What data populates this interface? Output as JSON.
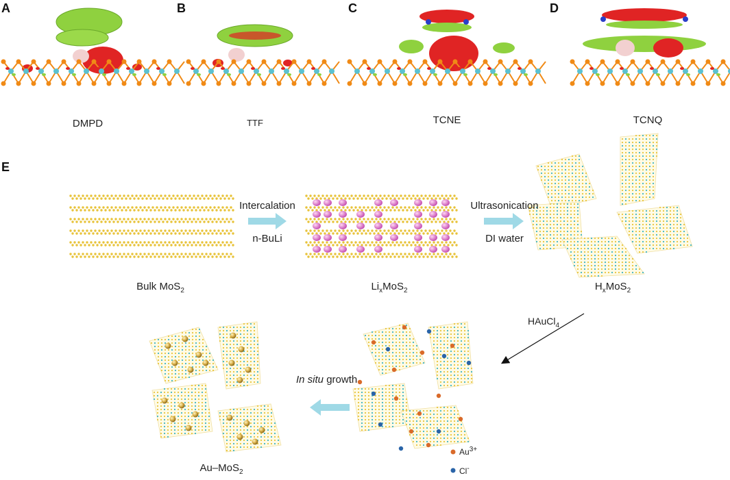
{
  "panels": {
    "A": {
      "letter": "A",
      "molecule": "DMPD"
    },
    "B": {
      "letter": "B",
      "molecule": "TTF"
    },
    "C": {
      "letter": "C",
      "molecule": "TCNE"
    },
    "D": {
      "letter": "D",
      "molecule": "TCNQ"
    },
    "E": {
      "letter": "E"
    }
  },
  "process": {
    "bulk": {
      "prefix": "Bulk MoS",
      "sub": "2"
    },
    "lix": {
      "prefix": "Li",
      "sub1": "x",
      "mid": "MoS",
      "sub2": "2"
    },
    "hx": {
      "prefix": "H",
      "sub1": "x",
      "mid": "MoS",
      "sub2": "2"
    },
    "step1": {
      "top": "Intercalation",
      "bottom": "n-BuLi"
    },
    "step2": {
      "top": "Ultrasonication",
      "bottom": "DI water"
    },
    "step3": {
      "reagent_prefix": "HAuCl",
      "reagent_sub": "4"
    },
    "step4": {
      "italic": "In situ",
      "rest": " growth"
    },
    "product": "Au–MoS",
    "product_sub": "2"
  },
  "legend": {
    "au": {
      "text": "Au",
      "sup": "3+"
    },
    "cl": {
      "text": "Cl",
      "sup": "-"
    }
  },
  "colors": {
    "sulfur": "#e8c33a",
    "molybdenum": "#3bb3c3",
    "lithium": "#e07ad0",
    "gold_ion": "#d96a2a",
    "chloride": "#2a64a8",
    "arrow": "#9fd9e6",
    "isosurface_green": "#8fd13f",
    "isosurface_red": "#e02424",
    "s_orange": "#f08a16",
    "mo_cyan": "#5bc1d0"
  }
}
